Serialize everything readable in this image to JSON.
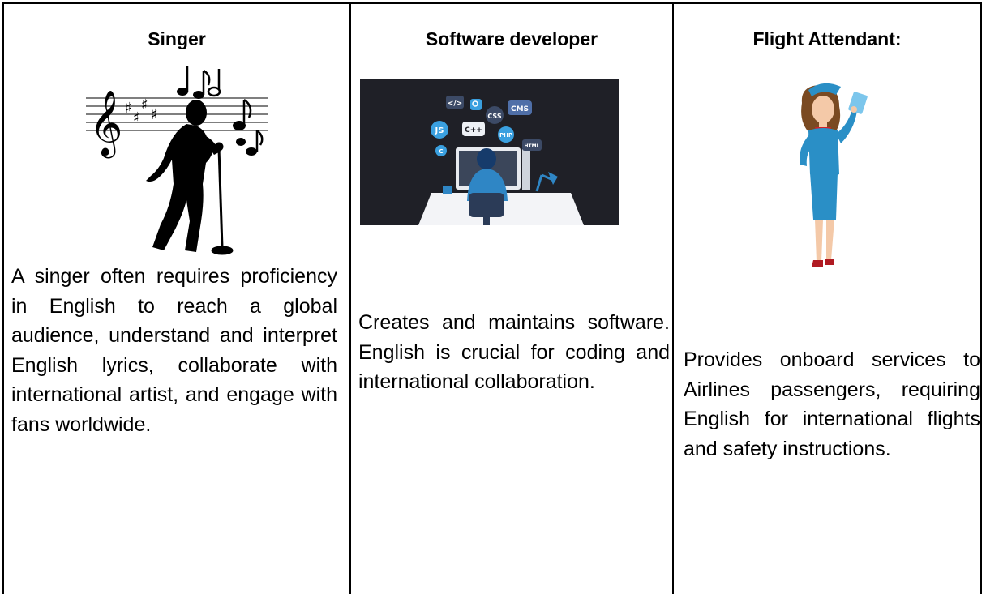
{
  "columns": [
    {
      "title": "Singer",
      "image_icon": "singer-silhouette-icon",
      "description": "A singer often requires proficiency in English to reach a global audience, understand and interpret English lyrics, collaborate with international artist, and engage with fans worldwide."
    },
    {
      "title": "Software developer",
      "image_icon": "developer-at-computer-icon",
      "image_labels": [
        "</>",
        "CSS",
        "CMS",
        "JS",
        "C++",
        "PHP",
        "HTML",
        "C"
      ],
      "description": "Creates and maintains software. English is crucial for coding and international collaboration."
    },
    {
      "title": "Flight Attendant:",
      "image_icon": "flight-attendant-icon",
      "description": "Provides onboard services to Airlines passengers, requiring English for international flights and safety instructions."
    }
  ],
  "colors": {
    "border": "#000000",
    "dev_background": "#1f2027",
    "uniform_blue": "#2a8fc6"
  }
}
